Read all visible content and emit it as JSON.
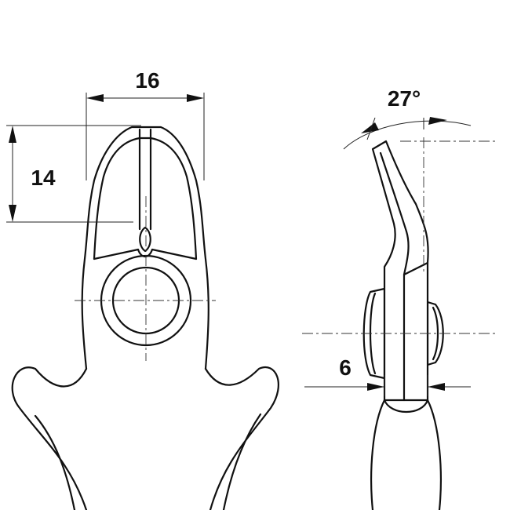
{
  "dimensions": {
    "jaw_width": "16",
    "jaw_length": "14",
    "head_angle": "27°",
    "head_thickness": "6"
  }
}
